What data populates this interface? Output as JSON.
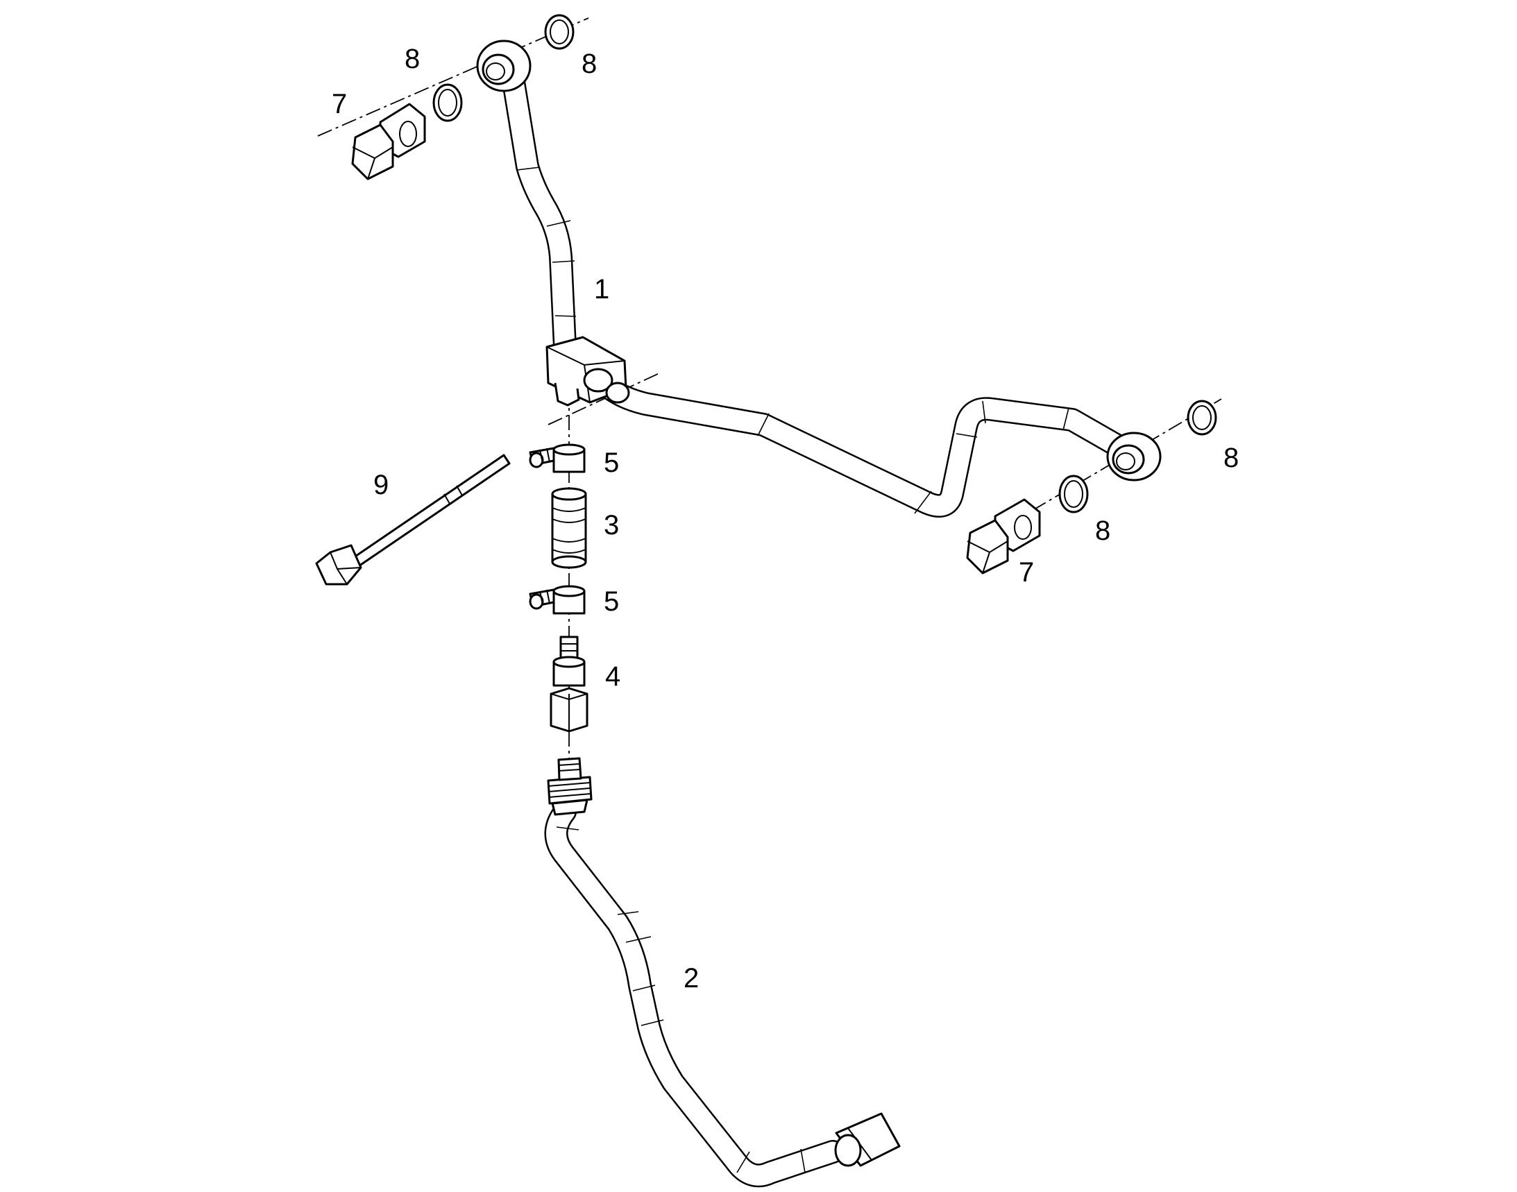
{
  "callouts": {
    "part_1": "1",
    "part_2": "2",
    "part_3": "3",
    "part_4": "4",
    "part_5_top": "5",
    "part_5_bottom": "5",
    "part_7_left": "7",
    "part_7_right": "7",
    "part_8_upper_left": "8",
    "part_8_upper_right": "8",
    "part_8_right_outer": "8",
    "part_8_right_inner": "8",
    "part_9": "9"
  }
}
